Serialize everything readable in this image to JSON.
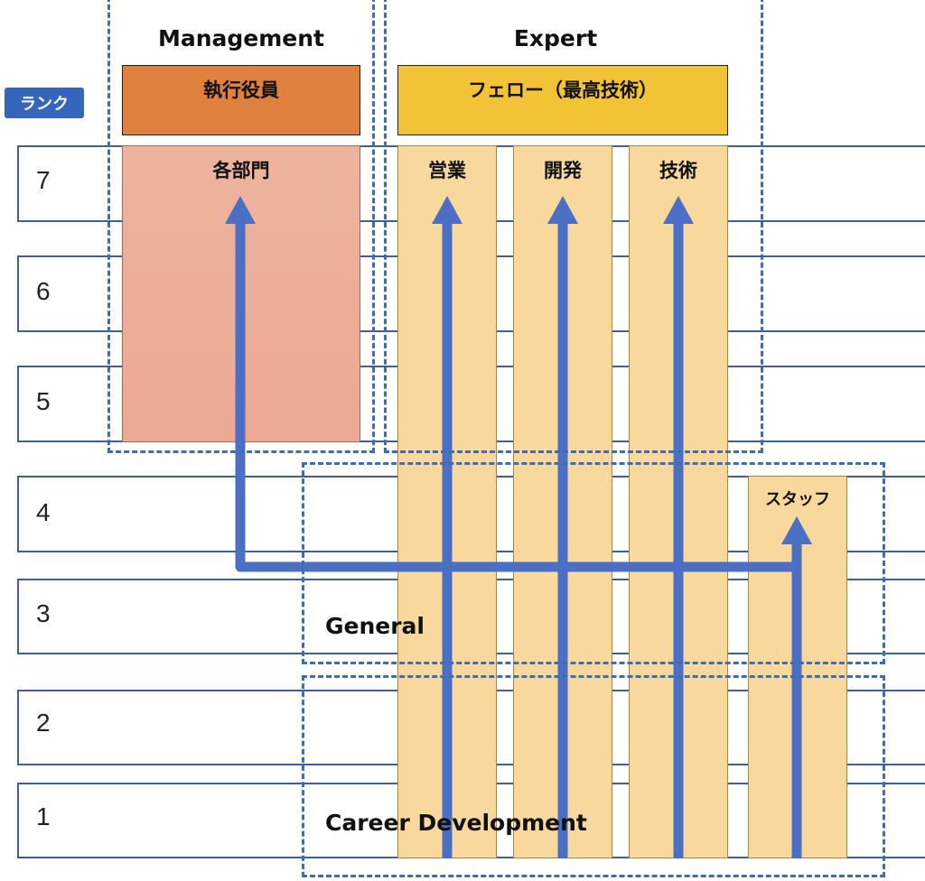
{
  "rank_badge": "ランク",
  "ranks": [
    "7",
    "6",
    "5",
    "4",
    "3",
    "2",
    "1"
  ],
  "groups": {
    "management": "Management",
    "expert": "Expert",
    "general": "General",
    "career_development": "Career Development"
  },
  "top_boxes": {
    "executive": "執行役員",
    "fellow": "フェロー（最高技術）"
  },
  "columns": {
    "departments": "各部門",
    "sales": "営業",
    "development": "開発",
    "technology": "技術",
    "staff": "スタッフ"
  },
  "colors": {
    "arrow": "#4a6fc4",
    "executive_fill": "#e0803e",
    "fellow_fill": "#f2c237",
    "department_fill": "#edb59f",
    "column_fill": "#f8d89d",
    "dash": "#3e6db0",
    "badge": "#3566bb"
  }
}
